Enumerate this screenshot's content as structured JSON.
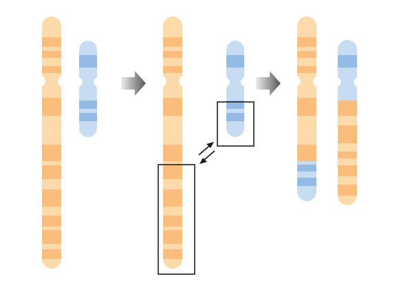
{
  "colors": {
    "background": "#ffffff",
    "orange_light": "#fddaa9",
    "orange_band": "#fbbc7e",
    "orange_pale": "#fde3bf",
    "blue_light": "#c7dcf3",
    "blue_band": "#94bbe6",
    "frame": "#1a1a1a",
    "arrow_dark": "#555555",
    "arrow_light": "#eeeeee"
  },
  "icons": {
    "step_arrow": "right-gradient-arrow-icon",
    "swap_arrow": "double-headed-arrow-icon"
  },
  "stages": [
    {
      "name": "before-translocation",
      "chromosomes": [
        "large-orange",
        "small-blue"
      ]
    },
    {
      "name": "exchange-highlighted",
      "chromosomes": [
        "large-orange",
        "small-blue"
      ],
      "highlighted_segments": 2
    },
    {
      "name": "after-translocation",
      "chromosomes": [
        "derivative-orange-with-blue",
        "derivative-blue-with-orange"
      ]
    }
  ]
}
